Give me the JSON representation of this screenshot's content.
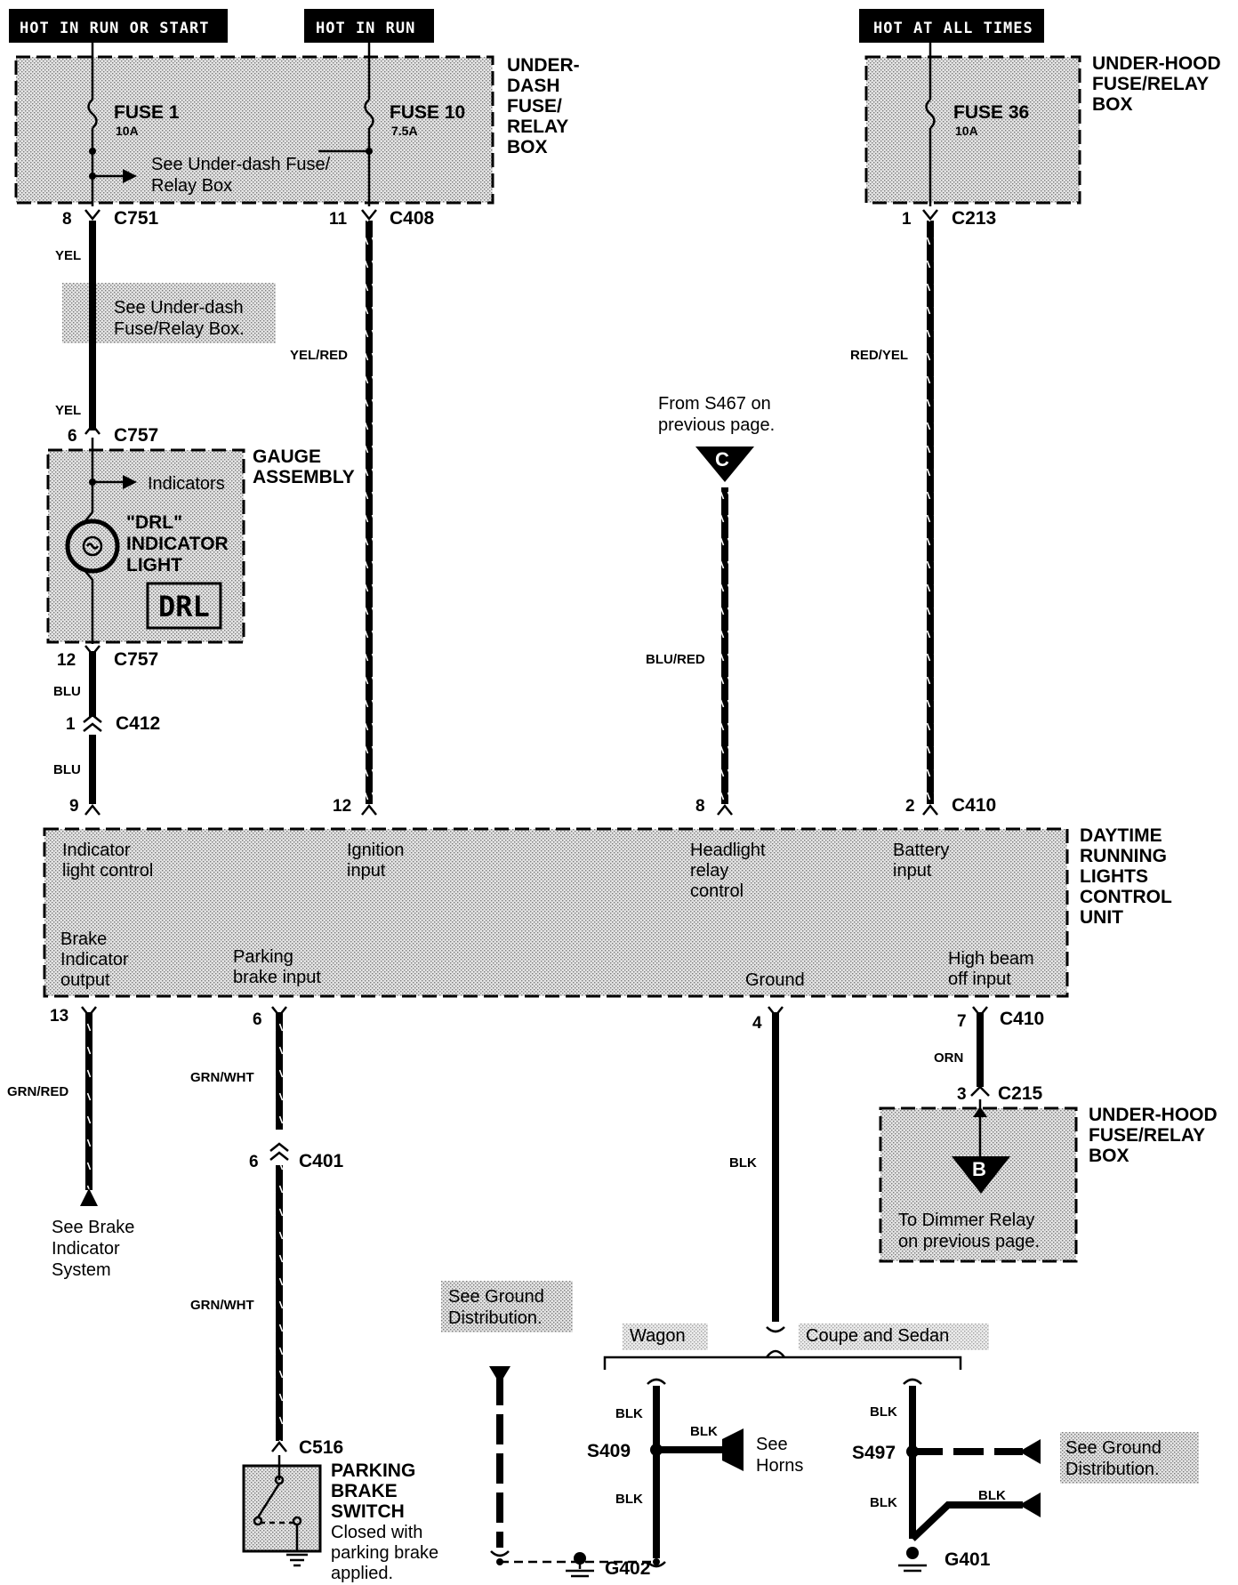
{
  "headers": {
    "hot_run_start": "HOT IN RUN OR START",
    "hot_run": "HOT IN  RUN",
    "hot_all_times": "HOT AT ALL TIMES"
  },
  "boxes": {
    "underdash": [
      "UNDER-",
      "DASH",
      "FUSE/",
      "RELAY",
      "BOX"
    ],
    "underhood_top": [
      "UNDER-HOOD",
      "FUSE/RELAY",
      "BOX"
    ],
    "gauge": [
      "GAUGE",
      "ASSEMBLY"
    ],
    "drl_unit": [
      "DAYTIME",
      "RUNNING",
      "LIGHTS",
      "CONTROL",
      "UNIT"
    ],
    "underhood_bottom": [
      "UNDER-HOOD",
      "FUSE/RELAY",
      "BOX"
    ],
    "parking_switch": [
      "PARKING",
      "BRAKE",
      "SWITCH"
    ]
  },
  "fuses": {
    "fuse1": {
      "name": "FUSE 1",
      "rating": "10A"
    },
    "fuse10": {
      "name": "FUSE 10",
      "rating": "7.5A"
    },
    "fuse36": {
      "name": "FUSE 36",
      "rating": "10A"
    }
  },
  "notes": {
    "see_underdash": [
      "See Under-dash Fuse/",
      "Relay Box"
    ],
    "see_underdash2": [
      "See Under-dash",
      "Fuse/Relay Box."
    ],
    "indicators": "Indicators",
    "drl_light": [
      "\"DRL\"",
      "INDICATOR",
      "LIGHT"
    ],
    "drl_badge": "DRL",
    "from_s467": [
      "From S467 on",
      "previous page."
    ],
    "connector_c": "C",
    "connector_b": "B",
    "to_dimmer": [
      "To Dimmer Relay",
      "on previous page."
    ],
    "see_brake": [
      "See Brake",
      "Indicator",
      "System"
    ],
    "parking_closed": [
      "Closed with",
      "parking brake",
      "applied."
    ],
    "see_ground_left": [
      "See Ground",
      "Distribution."
    ],
    "see_ground_right": [
      "See Ground",
      "Distribution."
    ],
    "wagon": "Wagon",
    "coupe_sedan": "Coupe and Sedan",
    "see_horns": [
      "See",
      "Horns"
    ]
  },
  "unit_pins": {
    "indicator_light": [
      "Indicator",
      "light control"
    ],
    "ignition": [
      "Ignition",
      "input"
    ],
    "headlight_relay": [
      "Headlight",
      "relay",
      "control"
    ],
    "battery": [
      "Battery",
      "input"
    ],
    "brake_indicator": [
      "Brake",
      "Indicator",
      "output"
    ],
    "parking_brake": [
      "Parking",
      "brake input"
    ],
    "ground": "Ground",
    "high_beam": [
      "High beam",
      "off input"
    ]
  },
  "connectors": {
    "c751": "C751",
    "c408": "C408",
    "c213": "C213",
    "c757a": "C757",
    "c757b": "C757",
    "c412": "C412",
    "c410a": "C410",
    "c410b": "C410",
    "c215": "C215",
    "c401": "C401",
    "c516": "C516",
    "s409": "S409",
    "s497": "S497",
    "g402": "G402",
    "g401": "G401"
  },
  "pins": {
    "p8": "8",
    "p11": "11",
    "p1": "1",
    "p6": "6",
    "p12": "12",
    "p1b": "1",
    "p9": "9",
    "p12b": "12",
    "p8b": "8",
    "p2": "2",
    "p13": "13",
    "p6b": "6",
    "p4": "4",
    "p7": "7",
    "p3": "3",
    "p6c": "6"
  },
  "wire_colors": {
    "yel1": "YEL",
    "yel2": "YEL",
    "yel_red": "YEL/RED",
    "red_yel": "RED/YEL",
    "blu1": "BLU",
    "blu2": "BLU",
    "blu_red": "BLU/RED",
    "grn_red": "GRN/RED",
    "grn_wht1": "GRN/WHT",
    "grn_wht2": "GRN/WHT",
    "blk_main": "BLK",
    "orn": "ORN",
    "blk_w1": "BLK",
    "blk_w2": "BLK",
    "blk_w3": "BLK",
    "blk_c1": "BLK",
    "blk_c2": "BLK",
    "blk_c3": "BLK"
  }
}
